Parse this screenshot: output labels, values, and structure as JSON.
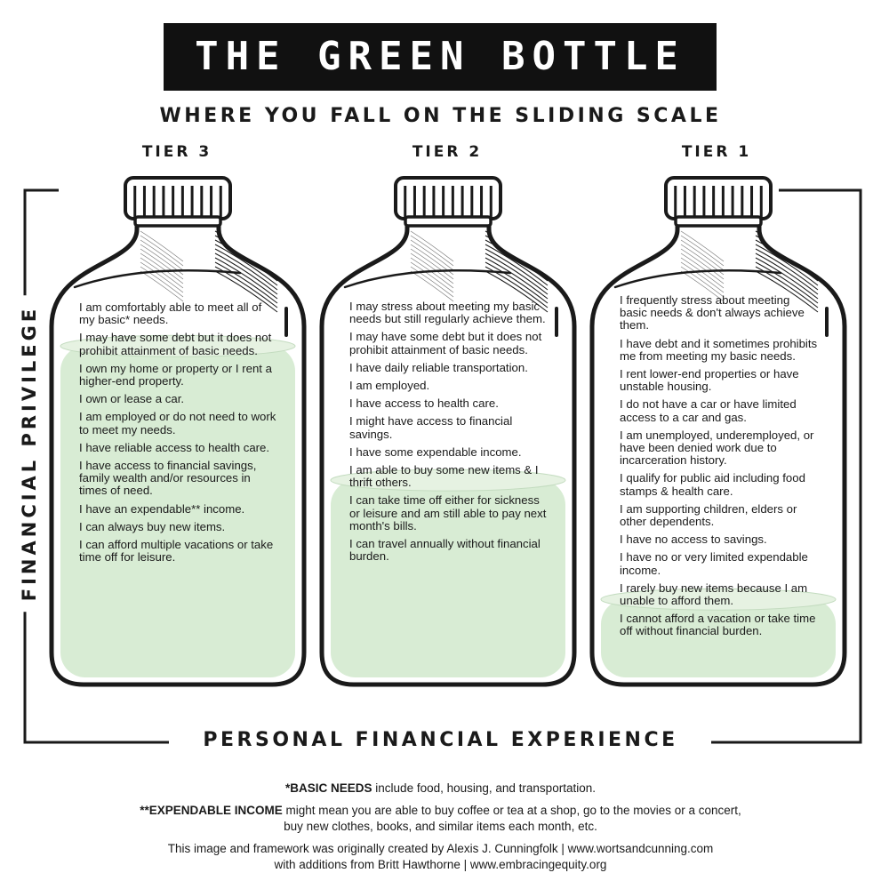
{
  "title": "THE GREEN BOTTLE",
  "subtitle": "WHERE YOU FALL ON THE SLIDING SCALE",
  "left_axis_label": "FINANCIAL PRIVILEGE",
  "bottom_axis_label": "PERSONAL FINANCIAL EXPERIENCE",
  "colors": {
    "liquid": "#d8ecd4",
    "outline": "#1a1a1a",
    "title_bg": "#111111"
  },
  "bottles": [
    {
      "tier": "TIER 3",
      "fill_fraction": 0.88,
      "items": [
        "I am comfortably able to meet all of my basic* needs.",
        "I may have some debt but it does not prohibit attainment of basic needs.",
        "I own my home or property or I rent a higher-end property.",
        "I own or lease a car.",
        "I am employed or do not need to work to meet my needs.",
        "I have reliable access to health care.",
        "I have access to financial savings, family wealth and/or resources in times of need.",
        "I have an expendable** income.",
        "I can always buy new items.",
        "I can afford multiple vacations or take time off for leisure."
      ]
    },
    {
      "tier": "TIER 2",
      "fill_fraction": 0.52,
      "items": [
        "I may stress about meeting my basic needs but still regularly achieve them.",
        "I may have some debt but it does not prohibit attainment of basic needs.",
        "I have daily reliable transportation.",
        "I am employed.",
        "I have access to health care.",
        "I might have access to financial savings.",
        "I have some expendable income.",
        "I am able to buy some new items & I thrift others.",
        "I can take time off either for sickness or leisure and am still able to pay next month's bills.",
        "I can travel annually without financial burden."
      ]
    },
    {
      "tier": "TIER 1",
      "fill_fraction": 0.2,
      "items": [
        "I frequently stress about meeting basic needs & don't always achieve them.",
        "I have debt and it sometimes prohibits me from meeting my basic needs.",
        "I rent lower-end properties or have unstable housing.",
        "I do not have a car or have limited access to a car and gas.",
        "I am unemployed, underemployed, or have been denied work due to incarceration history.",
        "I qualify for public aid including food stamps & health care.",
        "I am supporting children, elders or other dependents.",
        "I have no access to savings.",
        "I have no or very limited expendable income.",
        "I rarely buy new items because I am unable to afford them.",
        "I cannot afford a vacation or take time off without financial burden."
      ]
    }
  ],
  "footnotes": {
    "basic_term": "*BASIC NEEDS",
    "basic_text": " include food, housing, and transportation.",
    "expendable_term": "**EXPENDABLE INCOME",
    "expendable_text_1": " might mean you are able to buy coffee or tea at a shop, go to the movies or a concert,",
    "expendable_text_2": "buy new clothes, books, and similar items each month, etc.",
    "credit_1": "This image and framework was originally created by Alexis J. Cunningfolk  |  www.wortsandcunning.com",
    "credit_2": "with additions from Britt Hawthorne  |  www.embracingequity.org"
  }
}
